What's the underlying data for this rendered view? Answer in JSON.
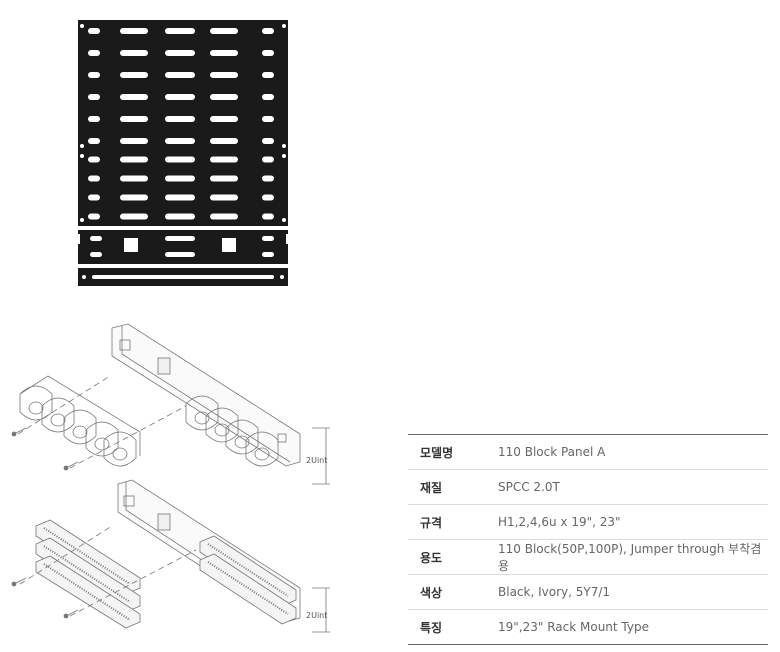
{
  "spec_table": [
    {
      "label": "모델명",
      "value": "110 Block Panel A"
    },
    {
      "label": "재질",
      "value": "SPCC 2.0T"
    },
    {
      "label": "규격",
      "value": "H1,2,4,6u x 19\", 23\""
    },
    {
      "label": "용도",
      "value": "110 Block(50P,100P), Jumper through 부착겸용"
    },
    {
      "label": "색상",
      "value": "Black, Ivory, 5Y7/1"
    },
    {
      "label": "특징",
      "value": "19\",23\" Rack Mount Type"
    }
  ],
  "drawing_labels": {
    "unit_top": "2Uint",
    "unit_bottom": "2Uint"
  }
}
